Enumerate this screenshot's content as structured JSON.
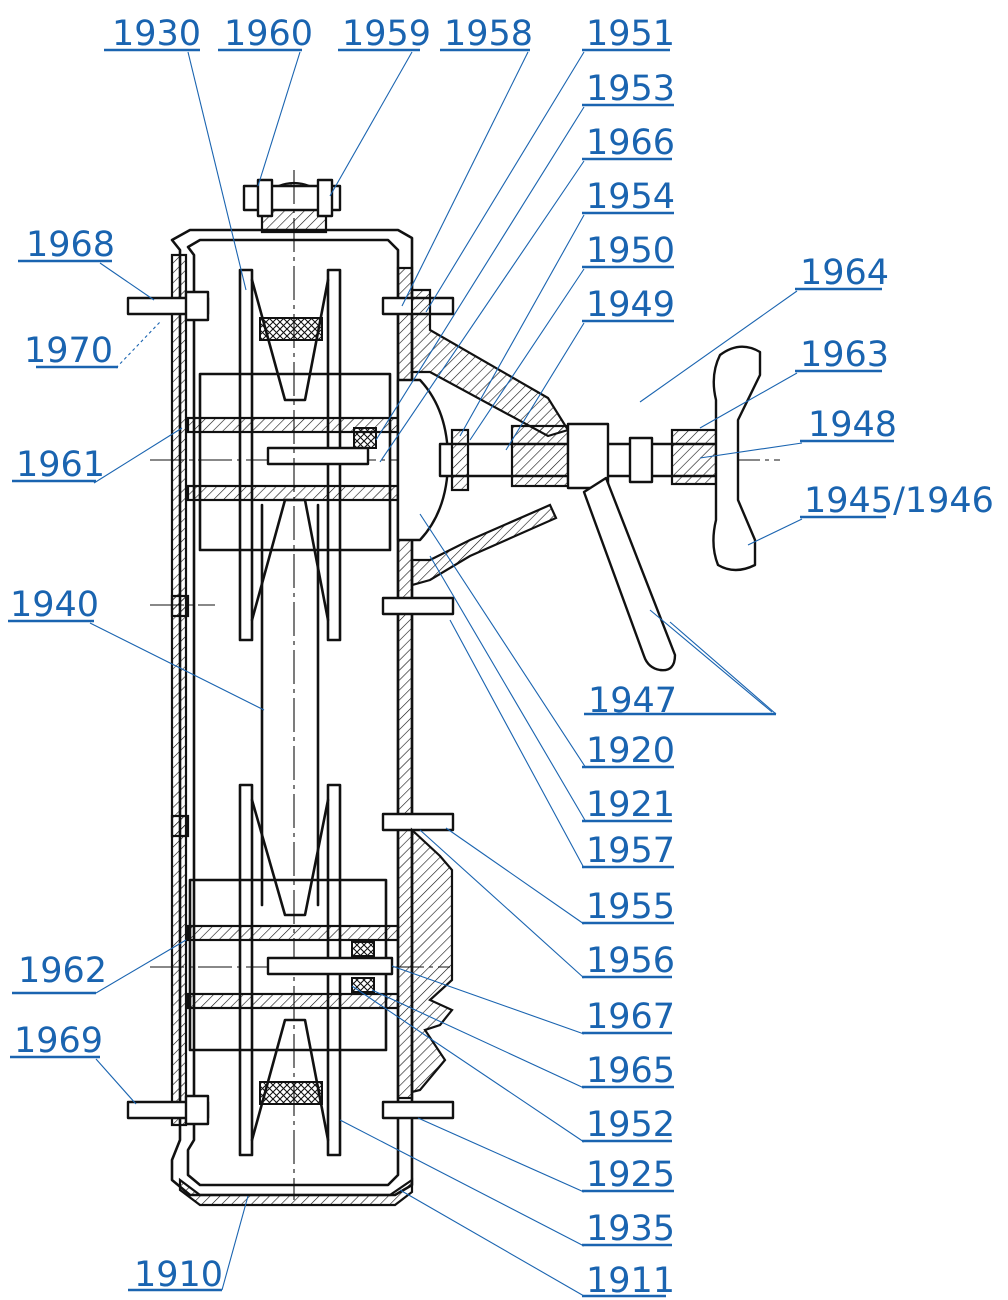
{
  "labels": {
    "l1930": "1930",
    "l1960": "1960",
    "l1959": "1959",
    "l1958": "1958",
    "l1951": "1951",
    "l1953": "1953",
    "l1966": "1966",
    "l1954": "1954",
    "l1950": "1950",
    "l1949": "1949",
    "l1964": "1964",
    "l1963": "1963",
    "l1948": "1948",
    "l1945_1946": "1945/1946",
    "l1968": "1968",
    "l1970": "1970",
    "l1961": "1961",
    "l1940": "1940",
    "l1947": "1947",
    "l1920": "1920",
    "l1921": "1921",
    "l1957": "1957",
    "l1955": "1955",
    "l1956": "1956",
    "l1962": "1962",
    "l1967": "1967",
    "l1965": "1965",
    "l1969": "1969",
    "l1952": "1952",
    "l1925": "1925",
    "l1935": "1935",
    "l1910": "1910",
    "l1911": "1911"
  },
  "colors": {
    "label_blue": "#1a64b0",
    "drawing_black": "#111111",
    "background": "#ffffff"
  }
}
